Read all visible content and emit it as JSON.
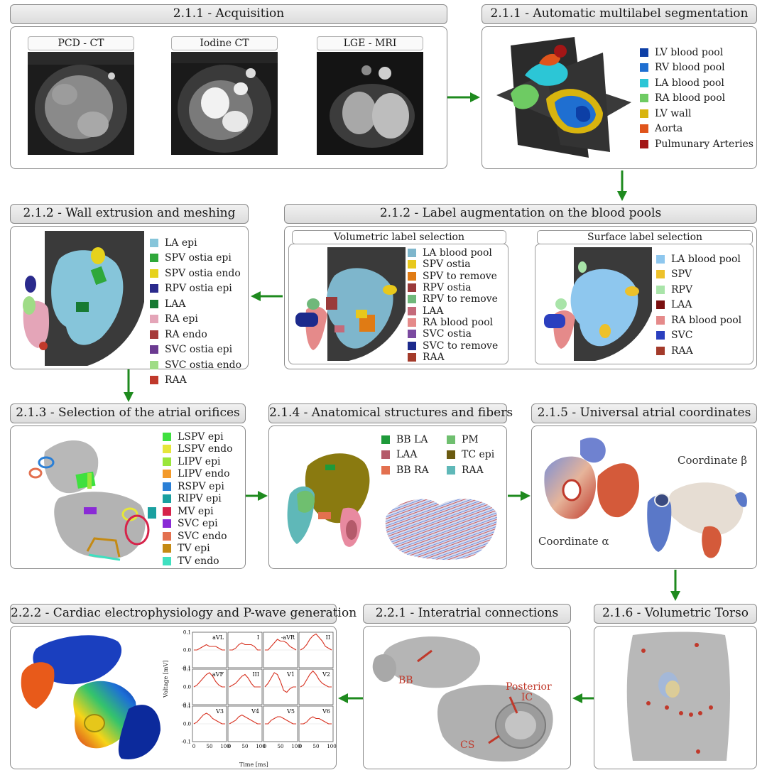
{
  "acquisition": {
    "title": "2.1.1 - Acquisition",
    "images": [
      {
        "label": "PCD - CT"
      },
      {
        "label": "Iodine CT"
      },
      {
        "label": "LGE - MRI"
      }
    ]
  },
  "segmentation": {
    "title": "2.1.1 - Automatic multilabel segmentation",
    "legend": [
      {
        "label": "LV blood pool",
        "color": "#0d3fa6"
      },
      {
        "label": "RV blood pool",
        "color": "#1f6fd1"
      },
      {
        "label": "LA blood pool",
        "color": "#2cc6d6"
      },
      {
        "label": "RA blood pool",
        "color": "#6ecb63"
      },
      {
        "label": "LV wall",
        "color": "#d8b40e"
      },
      {
        "label": "Aorta",
        "color": "#e0541b"
      },
      {
        "label": "Pulmunary Arteries",
        "color": "#a31616"
      }
    ]
  },
  "wall_extrusion": {
    "title": "2.1.2 - Wall extrusion and meshing",
    "legend": [
      {
        "label": "LA epi",
        "color": "#86c5da"
      },
      {
        "label": "SPV ostia epi",
        "color": "#2fa83b"
      },
      {
        "label": "SPV ostia endo",
        "color": "#e6d21c"
      },
      {
        "label": "RPV ostia epi",
        "color": "#2a2a8c"
      },
      {
        "label": "LAA",
        "color": "#177a33"
      },
      {
        "label": "RA epi",
        "color": "#e4a5b8"
      },
      {
        "label": "RA endo",
        "color": "#a63a3a"
      },
      {
        "label": "SVC ostia epi",
        "color": "#6b3a91"
      },
      {
        "label": "SVC ostia endo",
        "color": "#9fdc86"
      },
      {
        "label": "RAA",
        "color": "#c0392b"
      }
    ]
  },
  "label_augmentation": {
    "title": "2.1.2 - Label augmentation on the blood pools",
    "volumetric": {
      "title": "Volumetric label selection",
      "legend": [
        {
          "label": "LA blood pool",
          "color": "#7eb6cc"
        },
        {
          "label": "SPV ostia",
          "color": "#e8c81c"
        },
        {
          "label": "SPV to remove",
          "color": "#e07b14"
        },
        {
          "label": "RPV ostia",
          "color": "#9a3a3a"
        },
        {
          "label": "RPV to remove",
          "color": "#6fb87a"
        },
        {
          "label": "LAA",
          "color": "#c46a7a"
        },
        {
          "label": "RA blood pool",
          "color": "#e58a8a"
        },
        {
          "label": "SVC ostia",
          "color": "#7b4aa0"
        },
        {
          "label": "SVC to remove",
          "color": "#1c2a8c"
        },
        {
          "label": "RAA",
          "color": "#a33a2a"
        }
      ]
    },
    "surface": {
      "title": "Surface label selection",
      "legend": [
        {
          "label": "LA blood pool",
          "color": "#8ec7ee"
        },
        {
          "label": "SPV",
          "color": "#edc12a"
        },
        {
          "label": "RPV",
          "color": "#a9e4a9"
        },
        {
          "label": "LAA",
          "color": "#7a1010"
        },
        {
          "label": "RA blood pool",
          "color": "#e58a8a"
        },
        {
          "label": "SVC",
          "color": "#2b3fbf"
        },
        {
          "label": "RAA",
          "color": "#a33a2a"
        }
      ]
    }
  },
  "atrial_orifices": {
    "title": "2.1.3 - Selection of the atrial orifices",
    "legend": [
      {
        "label": "LSPV epi",
        "color": "#3fe03f"
      },
      {
        "label": "LSPV endo",
        "color": "#e6e63a"
      },
      {
        "label": "LIPV epi",
        "color": "#9ae63a"
      },
      {
        "label": "LIPV endo",
        "color": "#f39a2a"
      },
      {
        "label": "RSPV epi",
        "color": "#2a7fd6"
      },
      {
        "label": "RIPV epi",
        "color": "#1aa0a0"
      },
      {
        "label": "MV epi",
        "color": "#d6234a"
      },
      {
        "label": "SVC epi",
        "color": "#8a2ad6"
      },
      {
        "label": "SVC endo",
        "color": "#e3704f"
      },
      {
        "label": "TV epi",
        "color": "#c48a14"
      },
      {
        "label": "TV endo",
        "color": "#3fe0c0"
      }
    ]
  },
  "anatomical": {
    "title": "2.1.4 - Anatomical structures and fibers",
    "legend_col1": [
      {
        "label": "BB LA",
        "color": "#1e9a3a"
      },
      {
        "label": "LAA",
        "color": "#b45a6a"
      },
      {
        "label": "BB RA",
        "color": "#e3704f"
      }
    ],
    "legend_col2": [
      {
        "label": "PM",
        "color": "#6fbf6f"
      },
      {
        "label": "TC epi",
        "color": "#6a5a10"
      },
      {
        "label": "RAA",
        "color": "#5fb8b8"
      }
    ]
  },
  "uac": {
    "title": "2.1.5 - Universal atrial coordinates",
    "coord_alpha": "Coordinate α",
    "coord_beta": "Coordinate β"
  },
  "torso": {
    "title": "2.1.6 - Volumetric Torso"
  },
  "interatrial": {
    "title": "2.2.1 - Interatrial connections",
    "labels": {
      "bb": "BB",
      "posterior_ic": "Posterior IC",
      "cs": "CS"
    }
  },
  "electrophysiology": {
    "title": "2.2.2 - Cardiac electrophysiology and P-wave generation",
    "leads": [
      "aVL",
      "I",
      "-aVR",
      "II",
      "aVF",
      "III",
      "V1",
      "V2",
      "V3",
      "V4",
      "V5",
      "V6"
    ],
    "ylabel": "Voltage [mV]",
    "xlabel": "Time [ms]",
    "yticks": [
      "0.1",
      "0.0",
      "-0.1"
    ],
    "xticks": [
      "0",
      "50",
      "100"
    ]
  },
  "chart_data": {
    "type": "line",
    "xlabel": "Time [ms]",
    "ylabel": "Voltage [mV]",
    "xlim": [
      0,
      100
    ],
    "ylim": [
      -0.1,
      0.1
    ],
    "x": [
      0,
      10,
      20,
      30,
      40,
      50,
      60,
      70,
      80,
      90,
      100
    ],
    "series": [
      {
        "name": "aVL",
        "values": [
          0.0,
          0.0,
          0.01,
          0.02,
          0.03,
          0.02,
          0.02,
          0.02,
          0.01,
          0.0,
          0.0
        ]
      },
      {
        "name": "I",
        "values": [
          0.0,
          0.0,
          0.01,
          0.03,
          0.04,
          0.03,
          0.03,
          0.03,
          0.02,
          0.0,
          0.0
        ]
      },
      {
        "name": "-aVR",
        "values": [
          0.0,
          0.0,
          0.02,
          0.04,
          0.06,
          0.05,
          0.05,
          0.04,
          0.02,
          0.01,
          0.0
        ]
      },
      {
        "name": "II",
        "values": [
          0.0,
          0.01,
          0.03,
          0.06,
          0.08,
          0.09,
          0.07,
          0.05,
          0.02,
          0.01,
          0.0
        ]
      },
      {
        "name": "aVF",
        "values": [
          0.0,
          0.01,
          0.03,
          0.05,
          0.07,
          0.08,
          0.06,
          0.03,
          0.01,
          0.0,
          0.0
        ]
      },
      {
        "name": "III",
        "values": [
          0.0,
          0.01,
          0.02,
          0.04,
          0.06,
          0.07,
          0.05,
          0.02,
          0.0,
          0.0,
          0.0
        ]
      },
      {
        "name": "V1",
        "values": [
          0.0,
          0.02,
          0.05,
          0.08,
          0.07,
          0.03,
          -0.02,
          -0.03,
          -0.01,
          0.0,
          0.0
        ]
      },
      {
        "name": "V2",
        "values": [
          0.0,
          0.01,
          0.04,
          0.07,
          0.09,
          0.07,
          0.04,
          0.02,
          0.01,
          0.0,
          0.0
        ]
      },
      {
        "name": "V3",
        "values": [
          0.0,
          0.01,
          0.03,
          0.05,
          0.06,
          0.05,
          0.03,
          0.02,
          0.01,
          0.0,
          0.0
        ]
      },
      {
        "name": "V4",
        "values": [
          0.0,
          0.01,
          0.02,
          0.04,
          0.05,
          0.04,
          0.03,
          0.02,
          0.01,
          0.0,
          0.0
        ]
      },
      {
        "name": "V5",
        "values": [
          0.0,
          0.0,
          0.02,
          0.03,
          0.04,
          0.04,
          0.03,
          0.02,
          0.01,
          0.0,
          0.0
        ]
      },
      {
        "name": "V6",
        "values": [
          0.0,
          0.0,
          0.01,
          0.03,
          0.04,
          0.03,
          0.03,
          0.02,
          0.01,
          0.0,
          0.0
        ]
      }
    ]
  }
}
